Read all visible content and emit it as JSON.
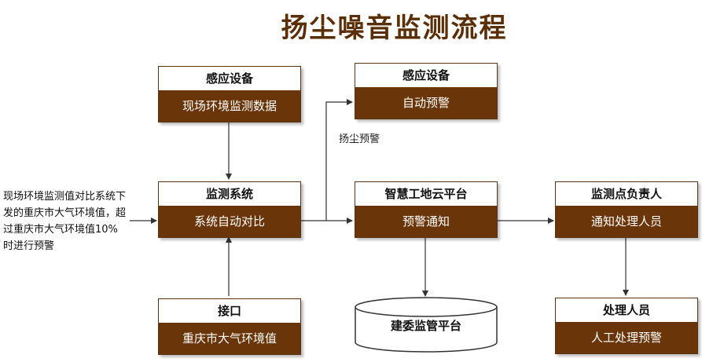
{
  "title": "扬尘噪音监测流程",
  "nodes": {
    "sensor_top": {
      "head": "感应设备",
      "body": "现场环境监测数据"
    },
    "sensor_right": {
      "head": "感应设备",
      "body": "自动预警"
    },
    "monitor_system": {
      "head": "监测系统",
      "body": "系统自动对比"
    },
    "cloud_platform": {
      "head": "智慧工地云平台",
      "body": "预警通知"
    },
    "site_manager": {
      "head": "监测点负责人",
      "body": "通知处理人员"
    },
    "interface": {
      "head": "接口",
      "body": "重庆市大气环境值"
    },
    "handler": {
      "head": "处理人员",
      "body": "人工处理预警"
    }
  },
  "database": {
    "label": "建委监管平台"
  },
  "edge_labels": {
    "dust_warning": "扬尘预警"
  },
  "side_note": "现场环境监测值对比系统下发的重庆市大气环境值，超过重庆市大气环境值10%时进行预警",
  "colors": {
    "title": "#5a2e06",
    "node_body": "#6a3508",
    "border": "#5a3310"
  }
}
